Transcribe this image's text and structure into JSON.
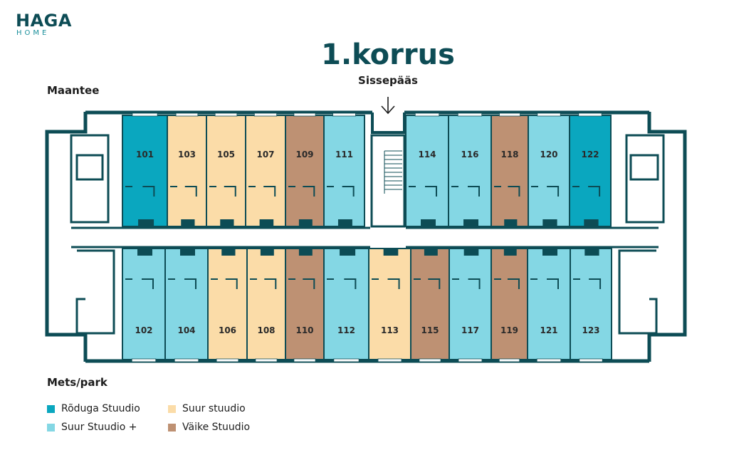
{
  "brand": {
    "name": "HAGA",
    "sub": "HOME"
  },
  "floor_title": "1.korrus",
  "entrance_label": "Sissepääs",
  "side_labels": {
    "top": "Maantee",
    "bottom": "Mets/park"
  },
  "colors": {
    "roduga": "#0aa7bf",
    "suur_plus": "#84d7e4",
    "suur": "#fbdca8",
    "vaike": "#be9173",
    "wall": "#0d4c55"
  },
  "legend": [
    {
      "label": "Rõduga Stuudio",
      "type": "roduga"
    },
    {
      "label": "Suur stuudio",
      "type": "suur"
    },
    {
      "label": "Suur Stuudio +",
      "type": "suur_plus"
    },
    {
      "label": "Väike Stuudio",
      "type": "vaike"
    }
  ],
  "units_top": [
    {
      "number": "101",
      "type": "roduga"
    },
    {
      "number": "103",
      "type": "suur"
    },
    {
      "number": "105",
      "type": "suur"
    },
    {
      "number": "107",
      "type": "suur"
    },
    {
      "number": "109",
      "type": "vaike"
    },
    {
      "number": "111",
      "type": "suur_plus"
    },
    {
      "number": "114",
      "type": "suur_plus"
    },
    {
      "number": "116",
      "type": "suur_plus"
    },
    {
      "number": "118",
      "type": "vaike"
    },
    {
      "number": "120",
      "type": "suur_plus"
    },
    {
      "number": "122",
      "type": "roduga"
    }
  ],
  "units_bottom": [
    {
      "number": "102",
      "type": "suur_plus"
    },
    {
      "number": "104",
      "type": "suur_plus"
    },
    {
      "number": "106",
      "type": "suur"
    },
    {
      "number": "108",
      "type": "suur"
    },
    {
      "number": "110",
      "type": "vaike"
    },
    {
      "number": "112",
      "type": "suur_plus"
    },
    {
      "number": "113",
      "type": "suur"
    },
    {
      "number": "115",
      "type": "vaike"
    },
    {
      "number": "117",
      "type": "suur_plus"
    },
    {
      "number": "119",
      "type": "vaike"
    },
    {
      "number": "121",
      "type": "suur_plus"
    },
    {
      "number": "123",
      "type": "suur_plus"
    }
  ]
}
